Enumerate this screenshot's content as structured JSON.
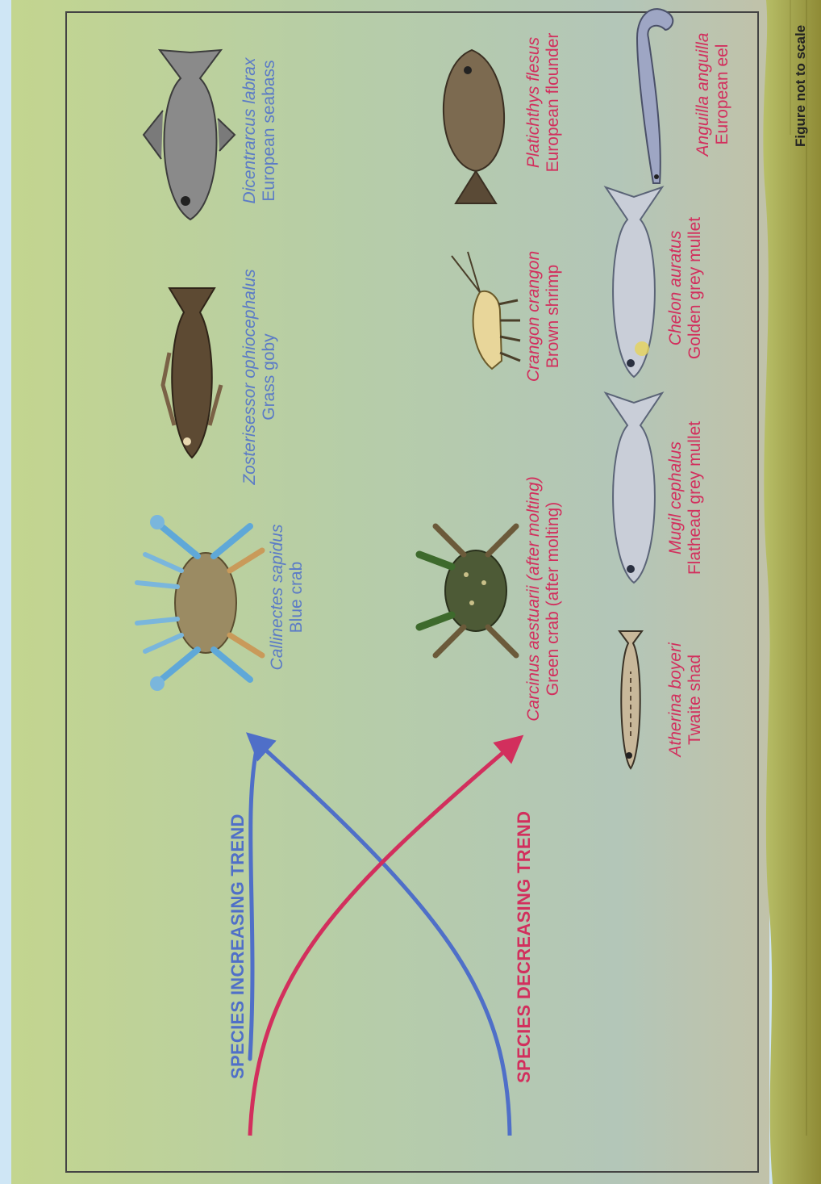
{
  "trends": {
    "increasing": "SPECIES INCREASING TREND",
    "decreasing": "SPECIES DECREASING TREND"
  },
  "colors": {
    "increasing": "#4f6fc8",
    "decreasing": "#d22f5d",
    "sky": "#cfe6f5",
    "land": "#9a9a3c"
  },
  "increasing_species": [
    {
      "scientific": "Callinectes sapidus",
      "common": "Blue crab",
      "icon": "blue-crab-icon"
    },
    {
      "scientific": "Zosterisessor ophiocephalus",
      "common": "Grass goby",
      "icon": "goby-icon"
    },
    {
      "scientific": "Dicentrarcus labrax",
      "common": "European seabass",
      "icon": "seabass-icon"
    }
  ],
  "decreasing_species": [
    {
      "scientific": "Carcinus aestuarii (after molting)",
      "common": "Green crab (after molting)",
      "icon": "green-crab-icon"
    },
    {
      "scientific": "Crangon crangon",
      "common": "Brown shrimp",
      "icon": "shrimp-icon"
    },
    {
      "scientific": "Platichthys flesus",
      "common": "European flounder",
      "icon": "flounder-icon"
    },
    {
      "scientific": "Atherina boyeri",
      "common": "Twaite shad",
      "icon": "shad-icon"
    },
    {
      "scientific": "Mugil cephalus",
      "common": "Flathead grey mullet",
      "icon": "mullet-icon"
    },
    {
      "scientific": "Chelon auratus",
      "common": "Golden grey mullet",
      "icon": "golden-mullet-icon"
    },
    {
      "scientific": "Anguilla anguilla",
      "common": "European eel",
      "icon": "eel-icon"
    }
  ],
  "scale_note": "Figure not to scale"
}
